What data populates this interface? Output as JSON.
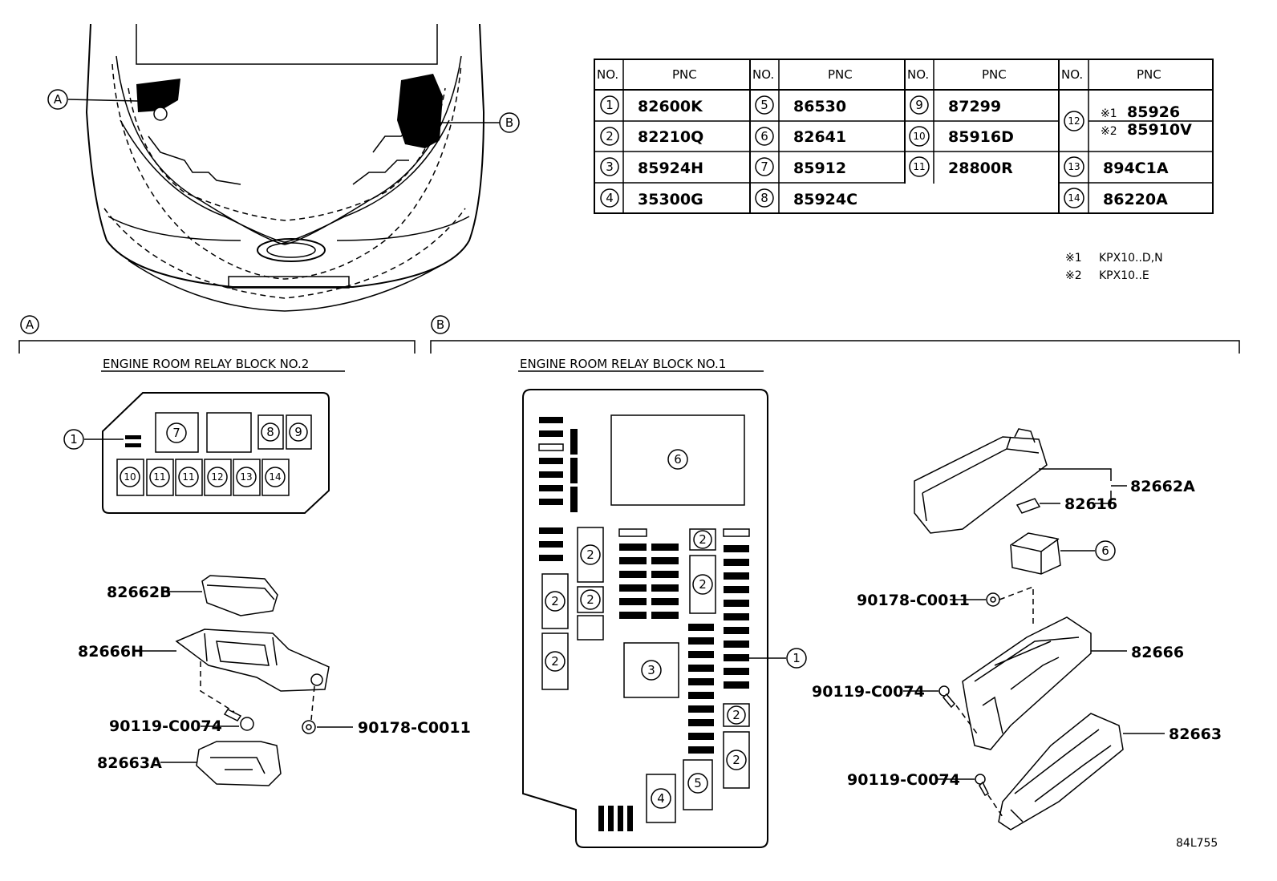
{
  "table": {
    "headers": {
      "no": "NO.",
      "pnc": "PNC"
    },
    "columns": [
      [
        {
          "no": "1",
          "pnc": "82600K"
        },
        {
          "no": "2",
          "pnc": "82210Q"
        },
        {
          "no": "3",
          "pnc": "85924H"
        },
        {
          "no": "4",
          "pnc": "35300G"
        }
      ],
      [
        {
          "no": "5",
          "pnc": "86530"
        },
        {
          "no": "6",
          "pnc": "82641"
        },
        {
          "no": "7",
          "pnc": "85912"
        },
        {
          "no": "8",
          "pnc": "85924C"
        }
      ],
      [
        {
          "no": "9",
          "pnc": "87299"
        },
        {
          "no": "10",
          "pnc": "85916D"
        },
        {
          "no": "11",
          "pnc": "28800R"
        }
      ],
      [
        {
          "no": "12",
          "pnc_line1_mark": "※1",
          "pnc_line1": "85926",
          "pnc_line2_mark": "※2",
          "pnc_line2": "85910V"
        },
        {
          "no": "13",
          "pnc": "894C1A"
        },
        {
          "no": "14",
          "pnc": "86220A"
        }
      ]
    ]
  },
  "notes": [
    {
      "mark": "※1",
      "text": "KPX10..D,N"
    },
    {
      "mark": "※2",
      "text": "KPX10..E"
    }
  ],
  "overview": {
    "marker_a": "A",
    "marker_b": "B"
  },
  "section_a": {
    "marker": "A",
    "title": "ENGINE ROOM RELAY BLOCK NO.2",
    "block_callouts": {
      "c1": "1",
      "c7": "7",
      "c8": "8",
      "c9": "9",
      "c10": "10",
      "c11a": "11",
      "c11b": "11",
      "c12": "12",
      "c13": "13",
      "c14": "14"
    },
    "parts": {
      "cover": "82662B",
      "bracket": "82666H",
      "bolt": "90119-C0074",
      "nut": "90178-C0011",
      "lower": "82663A"
    }
  },
  "section_b": {
    "marker": "B",
    "title": "ENGINE ROOM RELAY BLOCK NO.1",
    "block_callouts": {
      "c1": "1",
      "c2": "2",
      "c3": "3",
      "c4": "4",
      "c5": "5",
      "c6": "6"
    },
    "parts": {
      "cover_assy": "82662A",
      "cover_clip": "82616",
      "relay_callout": "6",
      "nut": "90178-C0011",
      "housing": "82666",
      "bolt_a": "90119-C0074",
      "lower_cover": "82663",
      "bolt_b": "90119-C0074"
    }
  },
  "figure_code": "84L755"
}
